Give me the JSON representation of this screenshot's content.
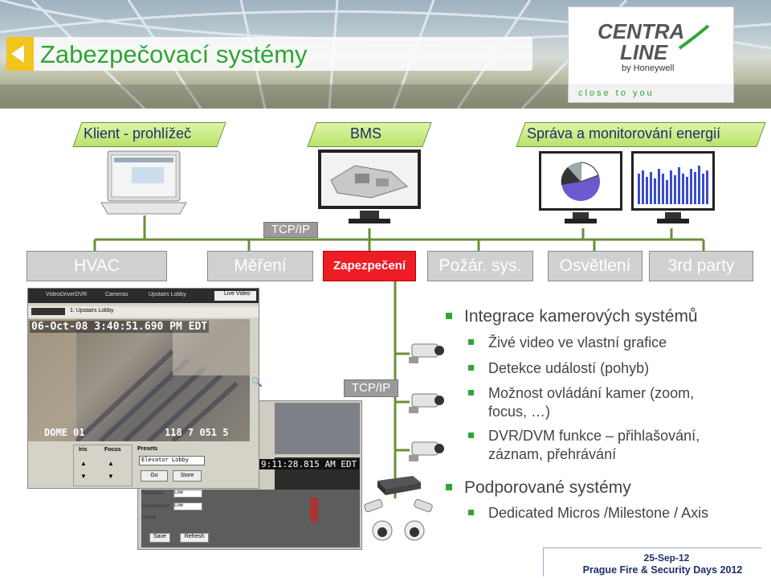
{
  "slide": {
    "title": "Zabezpečovací systémy",
    "logo": {
      "line1": "CENTRA",
      "line2": "LINE",
      "by": "by Honeywell",
      "tagline": "close to you"
    }
  },
  "top_labels": {
    "client": "Klient - prohlížeč",
    "bms": "BMS",
    "energy": "Správa a monitorování energií"
  },
  "network": {
    "tcp_top": "TCP/IP",
    "tcp_side": "TCP/IP"
  },
  "categories": [
    {
      "label": "HVAC"
    },
    {
      "label": "Měření"
    },
    {
      "label": "Zapezpečení"
    },
    {
      "label": "Požár. sys."
    },
    {
      "label": "Osvětlení"
    },
    {
      "label": "3rd party"
    }
  ],
  "camera_ui": {
    "tabs": [
      "VideoDriverDVR",
      "Cameras",
      "Upstairs Lobby"
    ],
    "view_select": "Live Video",
    "camera_name": "1: Upstairs Lobby",
    "timestamp": "06-Oct-08 3:40:51.690 PM EDT",
    "overlay_left": "DOME 01",
    "overlay_right": "118 7 051 5",
    "iris_label": "Iris",
    "focus_label": "Focus",
    "presets_label": "Presets",
    "preset_value": "Elevator Lobby",
    "go_button": "Go",
    "store_button": "Store",
    "second_timestamp": "9:11:28.815 AM EDT",
    "resolution_label": "Resolution",
    "resolution_value": "Low",
    "compression_label": "Compression",
    "compression_value": "Low",
    "layout_label": "Layout",
    "save_button": "Save",
    "refresh_button": "Refresh"
  },
  "bullets": {
    "main1": "Integrace kamerových systémů",
    "sub1": "Živé video ve vlastní grafice",
    "sub2": "Detekce událostí (pohyb)",
    "sub3a": "Možnost ovládání kamer (zoom,",
    "sub3b": "focus, …)",
    "sub4a": "DVR/DVM funkce – přihlašování,",
    "sub4b": "záznam, přehrávání",
    "main2": "Podporované systémy",
    "sub5": "Dedicated Micros /Milestone / Axis"
  },
  "footer": {
    "date": "25-Sep-12",
    "event": "Prague Fire & Security Days 2012"
  },
  "colors": {
    "accent_green": "#2ea632",
    "alarm_red": "#ee1c25",
    "navy": "#1c2e6a"
  }
}
